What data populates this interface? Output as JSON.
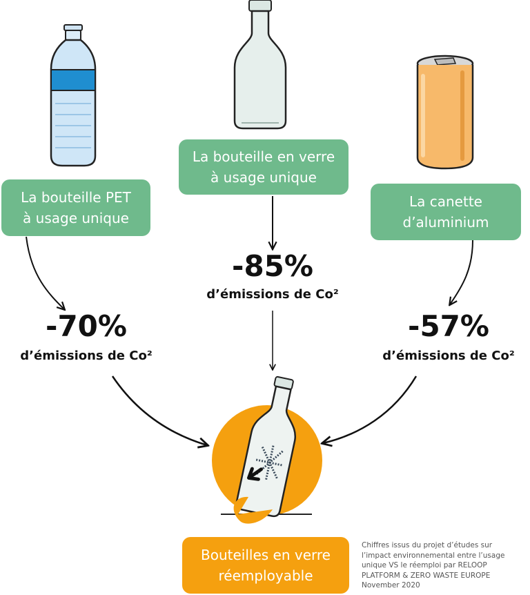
{
  "colors": {
    "green": "#6fba8c",
    "orange": "#f5a00f",
    "text": "#111111"
  },
  "items": [
    {
      "box_lines": [
        "La bouteille PET",
        "à usage unique"
      ],
      "percent": "-70%",
      "emissions": "d’émissions de Co²",
      "icon": "plastic-bottle-icon"
    },
    {
      "box_lines": [
        "La bouteille en verre",
        "à usage unique"
      ],
      "percent": "-85%",
      "emissions": "d’émissions de Co²",
      "icon": "glass-bottle-icon"
    },
    {
      "box_lines": [
        "La canette",
        "d’aluminium"
      ],
      "percent": "-57%",
      "emissions": "d’émissions de Co²",
      "icon": "aluminium-can-icon"
    }
  ],
  "result": {
    "lines": [
      "Bouteilles en verre",
      "réemployable"
    ],
    "icon": "reusable-bottle-icon"
  },
  "source": {
    "lines": [
      "Chiffres issus du projet d’études sur",
      "l’impact environnemental entre l’usage",
      "unique VS le réemploi par RELOOP",
      "PLATFORM & ZERO WASTE EUROPE",
      "November 2020"
    ]
  }
}
